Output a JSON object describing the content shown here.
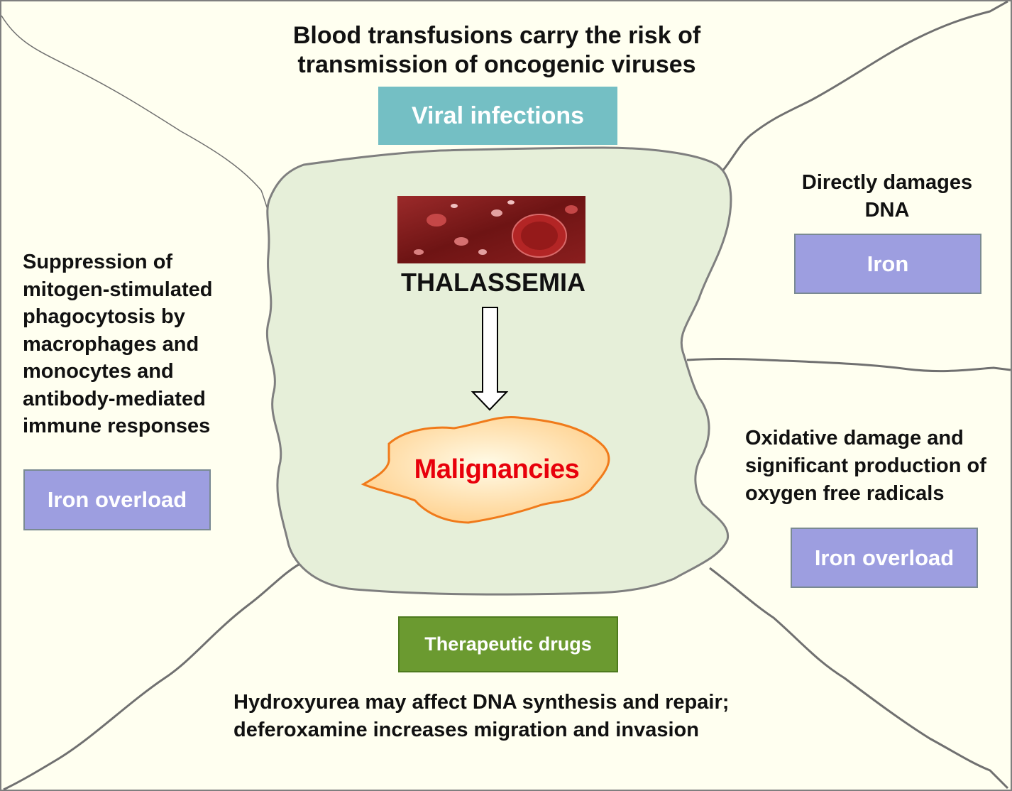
{
  "colors": {
    "background": "#fffff0",
    "center_blob_fill": "#e6efd9",
    "blob_outline": "#7f7f7f",
    "iron_box": "#9d9ee0",
    "viral_box": "#74bfc4",
    "drugs_box": "#6b9a30",
    "malignancy_text": "#e8000b",
    "malignancy_shape_outline": "#f07a1a"
  },
  "center": {
    "title": "THALASSEMIA",
    "outcome": "Malignancies"
  },
  "top": {
    "description": "Blood transfusions carry the risk of transmission of oncogenic viruses",
    "box_label": "Viral infections"
  },
  "right_top": {
    "description": "Directly damages DNA",
    "box_label": "Iron"
  },
  "right_bottom": {
    "description": "Oxidative damage and significant production of oxygen free radicals",
    "box_label": "Iron overload"
  },
  "left": {
    "description": "Suppression of mitogen-stimulated phagocytosis by macrophages and monocytes and antibody-mediated immune responses",
    "box_label": "Iron overload"
  },
  "bottom": {
    "box_label": "Therapeutic drugs",
    "description": "Hydroxyurea may affect DNA synthesis and repair; deferoxamine increases migration and invasion"
  }
}
